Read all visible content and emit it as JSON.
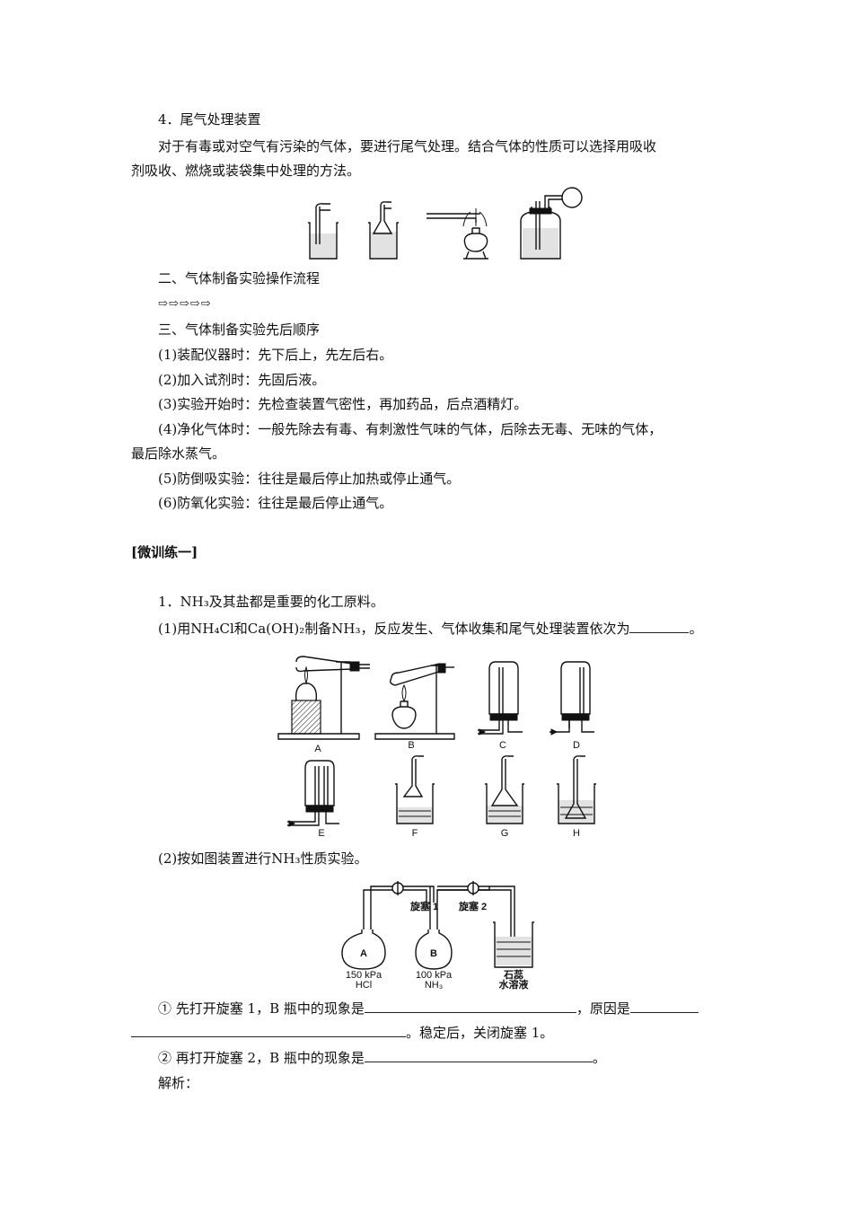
{
  "section4": {
    "heading": "4．尾气处理装置",
    "para_line1": "对于有毒或对空气有污染的气体，要进行尾气处理。结合气体的性质可以选择用吸收",
    "para_line2": "剂吸收、燃烧或装袋集中处理的方法。"
  },
  "section2": {
    "heading": "二、气体制备实验操作流程",
    "arrows": "⇨⇨⇨⇨⇨"
  },
  "section3": {
    "heading": "三、气体制备实验先后顺序",
    "items": [
      "(1)装配仪器时：先下后上，先左后右。",
      "(2)加入试剂时：先固后液。",
      "(3)实验开始时：先检查装置气密性，再加药品，后点酒精灯。",
      "(4)净化气体时：一般先除去有毒、有刺激性气味的气体，后除去无毒、无味的气体，",
      "(5)防倒吸实验：往往是最后停止加热或停止通气。",
      "(6)防氧化实验：往往是最后停止通气。"
    ],
    "item4_cont": "最后除水蒸气。"
  },
  "practice": {
    "title": "[微训练一]",
    "q1_intro": "1．NH₃及其盐都是重要的化工原料。",
    "q1_part1": "(1)用NH₄Cl和Ca(OH)₂制备NH₃，反应发生、气体收集和尾气处理装置依次为",
    "q1_part1_end": "。",
    "apparatus_labels": [
      "A",
      "B",
      "C",
      "D",
      "E",
      "F",
      "G",
      "H"
    ],
    "q1_part2": "(2)按如图装置进行NH₃性质实验。",
    "fig2": {
      "valve1": "旋塞 1",
      "valve2": "旋塞 2",
      "flask_a": "A",
      "flask_b": "B",
      "a_pressure": "150 kPa",
      "a_gas": "HCl",
      "b_pressure": "100 kPa",
      "b_gas": "NH₃",
      "solution_line1": "石蕊",
      "solution_line2": "水溶液"
    },
    "q_a": "① 先打开旋塞 1，B 瓶中的现象是",
    "q_a_mid": "，原因是",
    "q_a_end": "。稳定后，关闭旋塞 1。",
    "q_b": "② 再打开旋塞 2，B 瓶中的现象是",
    "q_b_end": "。",
    "analysis": "解析："
  }
}
